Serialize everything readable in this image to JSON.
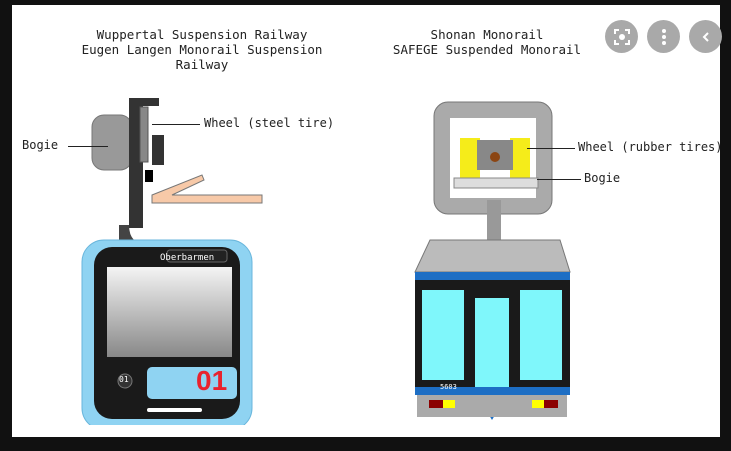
{
  "diagram": {
    "left": {
      "title_line1": "Wuppertal Suspension Railway",
      "title_line2": "Eugen Langen Monorail Suspension Railway",
      "label_wheel": "Wheel (steel tire)",
      "label_bogie": "Bogie",
      "destination_sign": "Oberbarmen",
      "small_number": "01",
      "car_number": "01"
    },
    "right": {
      "title_line1": "Shonan Monorail",
      "title_line2": "SAFEGE Suspended Monorail",
      "label_wheel": "Wheel (rubber tires)",
      "label_bogie": "Bogie",
      "car_number": "5603"
    }
  },
  "controls": {
    "lens_icon": "lens-icon",
    "more_icon": "more-vert-icon",
    "collapse_icon": "chevron-left-icon"
  }
}
